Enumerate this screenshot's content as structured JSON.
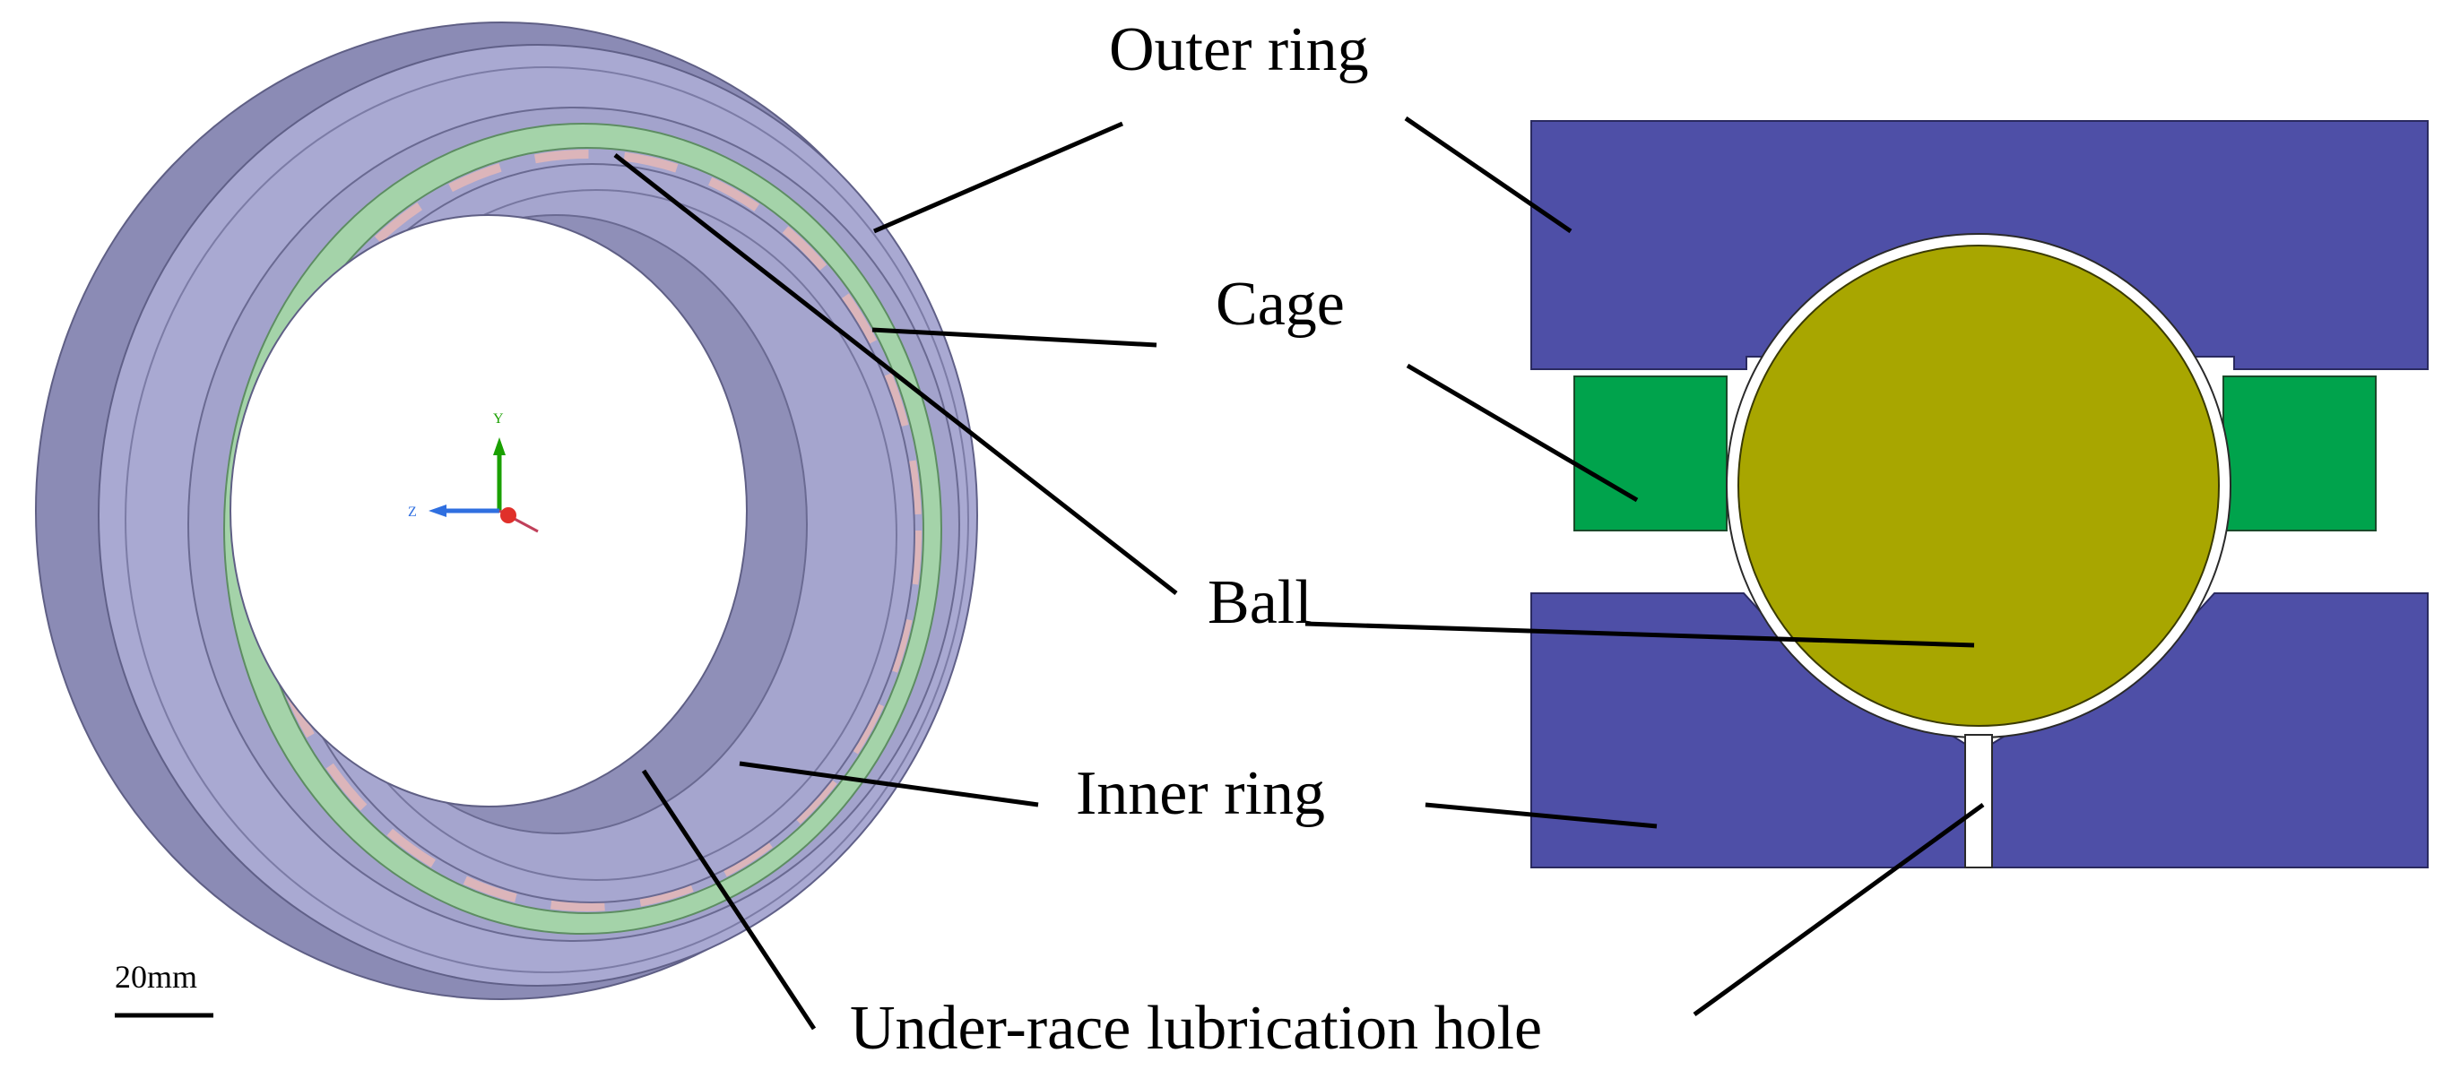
{
  "labels": {
    "outer_ring": "Outer ring",
    "cage": "Cage",
    "ball": "Ball",
    "inner_ring": "Inner ring",
    "lubrication_hole": "Under-race lubrication hole"
  },
  "scale_bar": {
    "text": "20mm"
  },
  "triad": {
    "y_axis": "Y",
    "z_axis": "Z"
  },
  "colors": {
    "ring_3d": "#a6a6cf",
    "ring_3d_dark": "#8d8db6",
    "cage_3d": "#a4d2a8",
    "ball_3d": "#dfb6bb",
    "ring_section": "#4e4fa7",
    "cage_section": "#00a34c",
    "ball_section": "#a8a600",
    "axis_y": "#1aa000",
    "axis_z": "#2f6fe0",
    "origin": "#e0302a"
  }
}
